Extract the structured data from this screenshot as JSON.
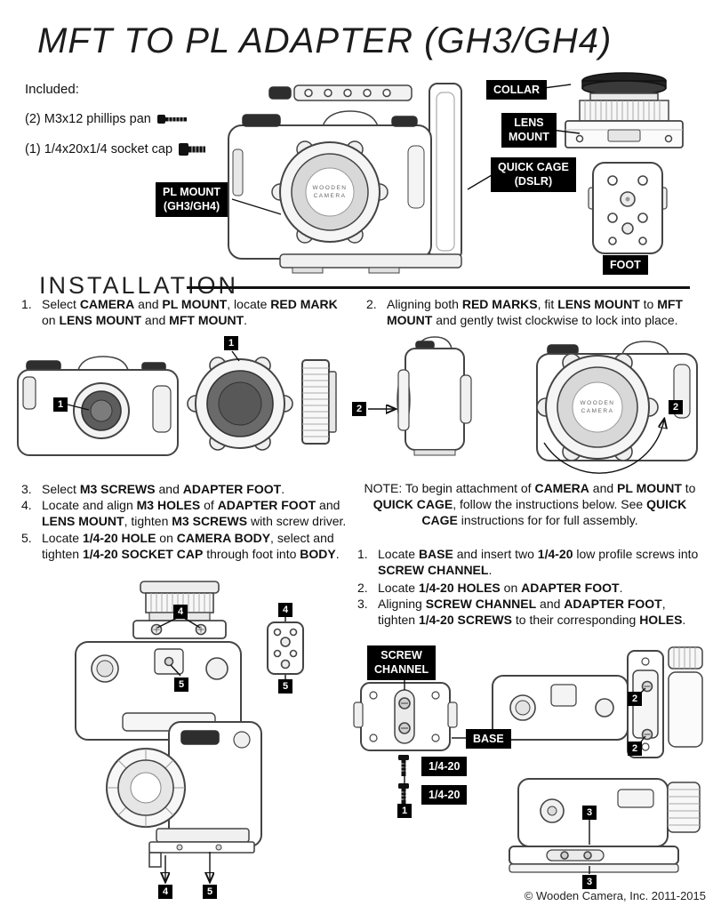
{
  "title": "MFT TO PL ADAPTER (GH3/GH4)",
  "brand": {
    "line1": "WOODEN",
    "line2": "CAMERA"
  },
  "included": {
    "heading": "Included:",
    "item1": "(2) M3x12 phillips pan",
    "item2": "(1) 1/4x20x1/4 socket cap"
  },
  "labels": {
    "pl_mount_line1": "PL MOUNT",
    "pl_mount_line2": "(GH3/GH4)",
    "collar": "COLLAR",
    "lens_mount_line1": "LENS",
    "lens_mount_line2": "MOUNT",
    "quick_cage_line1": "QUICK CAGE",
    "quick_cage_line2": "(DSLR)",
    "foot": "FOOT",
    "screw_channel_line1": "SCREW",
    "screw_channel_line2": "CHANNEL",
    "base": "BASE",
    "quarter20_top": "1/4-20",
    "quarter20_bottom": "1/4-20"
  },
  "installation": {
    "heading": "INSTALLATION",
    "step1_num": "1.",
    "step1": [
      {
        "t": "Select "
      },
      {
        "t": "CAMERA",
        "b": true
      },
      {
        "t": " and "
      },
      {
        "t": "PL MOUNT",
        "b": true
      },
      {
        "t": ", locate "
      },
      {
        "t": "RED MARK",
        "b": true
      },
      {
        "t": " on "
      },
      {
        "t": "LENS MOUNT",
        "b": true
      },
      {
        "t": " and "
      },
      {
        "t": "MFT MOUNT",
        "b": true
      },
      {
        "t": "."
      }
    ],
    "step2_num": "2.",
    "step2": [
      {
        "t": "Aligning both "
      },
      {
        "t": "RED MARKS",
        "b": true
      },
      {
        "t": ", fit "
      },
      {
        "t": "LENS MOUNT",
        "b": true
      },
      {
        "t": " to "
      },
      {
        "t": "MFT MOUNT",
        "b": true
      },
      {
        "t": " and gently twist clockwise to lock into place."
      }
    ],
    "step3_num": "3.",
    "step3": [
      {
        "t": "Select "
      },
      {
        "t": "M3 SCREWS",
        "b": true
      },
      {
        "t": " and "
      },
      {
        "t": "ADAPTER FOOT",
        "b": true
      },
      {
        "t": "."
      }
    ],
    "step4_num": "4.",
    "step4": [
      {
        "t": "Locate and align "
      },
      {
        "t": "M3 HOLES",
        "b": true
      },
      {
        "t": " of "
      },
      {
        "t": "ADAPTER FOOT",
        "b": true
      },
      {
        "t": " and "
      },
      {
        "t": "LENS MOUNT",
        "b": true
      },
      {
        "t": ", tighten "
      },
      {
        "t": "M3 SCREWS",
        "b": true
      },
      {
        "t": " with screw driver."
      }
    ],
    "step5_num": "5.",
    "step5": [
      {
        "t": "Locate "
      },
      {
        "t": "1/4-20 HOLE",
        "b": true
      },
      {
        "t": " on "
      },
      {
        "t": "CAMERA BODY",
        "b": true
      },
      {
        "t": ", select and tighten "
      },
      {
        "t": "1/4-20 SOCKET CAP",
        "b": true
      },
      {
        "t": " through foot into "
      },
      {
        "t": "BODY",
        "b": true
      },
      {
        "t": "."
      }
    ]
  },
  "note": [
    {
      "t": "NOTE: To begin attachment of "
    },
    {
      "t": "CAMERA",
      "b": true
    },
    {
      "t": " and "
    },
    {
      "t": "PL MOUNT",
      "b": true
    },
    {
      "t": " to "
    },
    {
      "t": "QUICK CAGE",
      "b": true
    },
    {
      "t": ", follow the instructions below. See "
    },
    {
      "t": "QUICK CAGE",
      "b": true
    },
    {
      "t": " instructions for for full assembly."
    }
  ],
  "cage_steps": {
    "s1_num": "1.",
    "s1": [
      {
        "t": "Locate "
      },
      {
        "t": "BASE",
        "b": true
      },
      {
        "t": " and insert two "
      },
      {
        "t": "1/4-20",
        "b": true
      },
      {
        "t": " low profile screws into "
      },
      {
        "t": "SCREW CHANNEL",
        "b": true
      },
      {
        "t": "."
      }
    ],
    "s2_num": "2.",
    "s2": [
      {
        "t": "Locate "
      },
      {
        "t": "1/4-20 HOLES",
        "b": true
      },
      {
        "t": " on "
      },
      {
        "t": "ADAPTER FOOT",
        "b": true
      },
      {
        "t": "."
      }
    ],
    "s3_num": "3.",
    "s3": [
      {
        "t": "Aligning "
      },
      {
        "t": "SCREW CHANNEL",
        "b": true
      },
      {
        "t": " and "
      },
      {
        "t": "ADAPTER FOOT",
        "b": true
      },
      {
        "t": ", tighten "
      },
      {
        "t": "1/4-20 SCREWS",
        "b": true
      },
      {
        "t": " to their corresponding "
      },
      {
        "t": "HOLES",
        "b": true
      },
      {
        "t": "."
      }
    ]
  },
  "badges": {
    "n1": "1",
    "n2": "2",
    "n3": "3",
    "n4": "4",
    "n5": "5"
  },
  "footer": "© Wooden Camera, Inc. 2011-2015",
  "colors": {
    "label_bg": "#000000",
    "label_fg": "#ffffff",
    "line_art": "#444444"
  }
}
